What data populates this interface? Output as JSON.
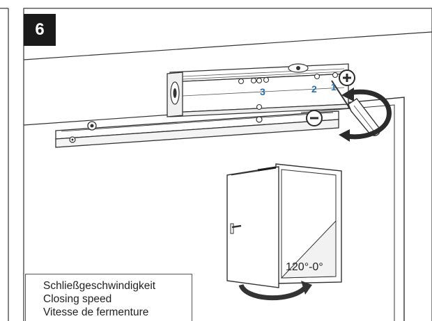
{
  "step": {
    "number": "6"
  },
  "adjustment_markers": [
    {
      "label": "3"
    },
    {
      "label": "2"
    },
    {
      "label": "1"
    }
  ],
  "direction": {
    "increase_symbol": "+",
    "decrease_symbol": "−"
  },
  "door": {
    "angle_label": "120°-0°"
  },
  "caption": {
    "lines": [
      "Schließgeschwindigkeit",
      "Closing speed",
      "Vitesse de fermenture"
    ]
  },
  "colors": {
    "marker_blue": "#2a6fb0",
    "line": "#2b2b2b",
    "badge": "#1a1a1a",
    "door_open": "#ffffff",
    "shading": "#f2f2f2"
  }
}
